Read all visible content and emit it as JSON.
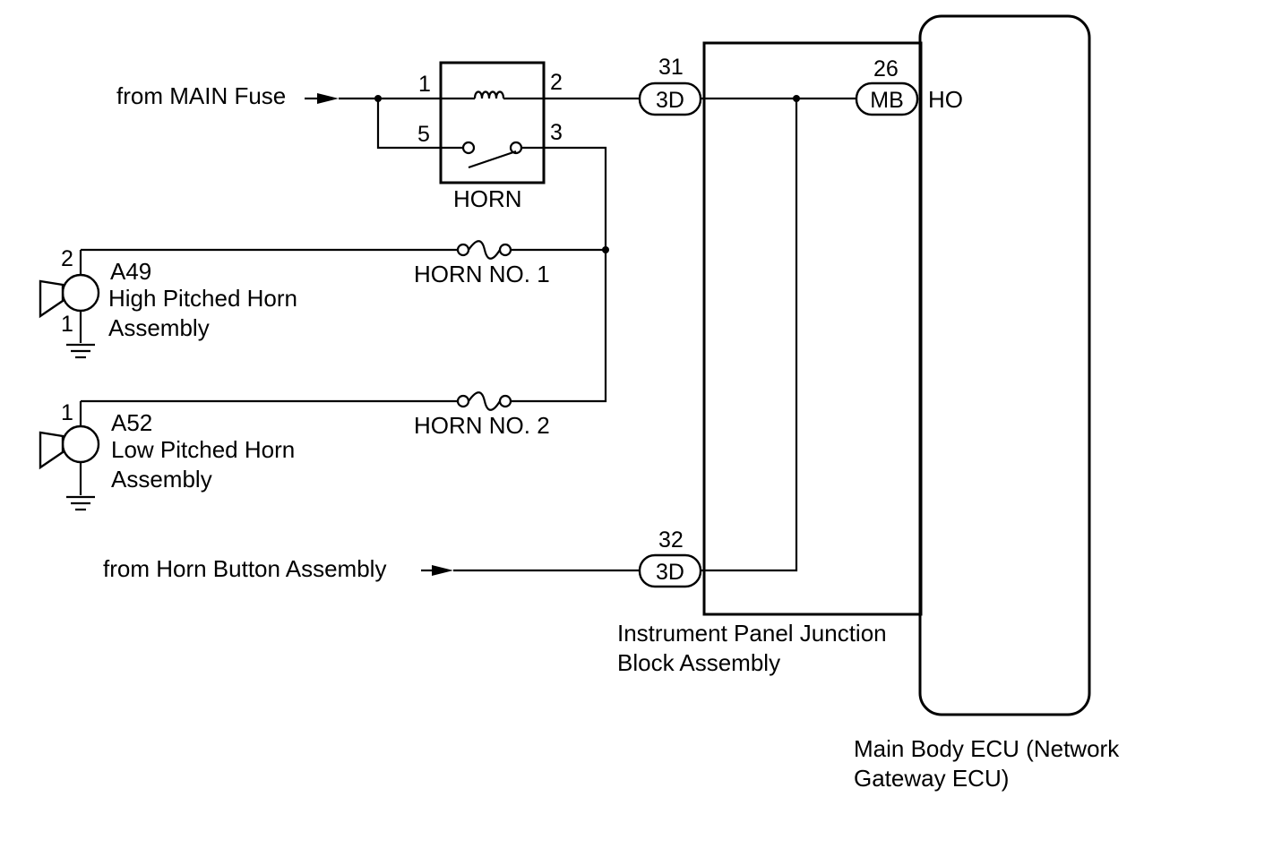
{
  "inputs": {
    "main_fuse": "from MAIN Fuse",
    "horn_button": "from Horn Button Assembly"
  },
  "relay": {
    "name": "HORN",
    "pins": {
      "p1": "1",
      "p2": "2",
      "p5": "5",
      "p3": "3"
    }
  },
  "fuses": {
    "horn1": "HORN NO. 1",
    "horn2": "HORN NO. 2"
  },
  "horns": {
    "high": {
      "code": "A49",
      "name_line1": "High Pitched Horn",
      "name_line2": "Assembly",
      "pin_top": "2",
      "pin_bottom": "1"
    },
    "low": {
      "code": "A52",
      "name_line1": "Low Pitched Horn",
      "name_line2": "Assembly",
      "pin_top": "1"
    }
  },
  "junction_block": {
    "name_line1": "Instrument Panel Junction",
    "name_line2": "Block Assembly",
    "conn_top": {
      "pin": "31",
      "code": "3D"
    },
    "conn_bottom": {
      "pin": "32",
      "code": "3D"
    }
  },
  "ecu": {
    "name_line1": "Main Body ECU (Network",
    "name_line2": "Gateway ECU)",
    "conn": {
      "pin": "26",
      "code": "MB"
    },
    "terminal": "HO"
  }
}
